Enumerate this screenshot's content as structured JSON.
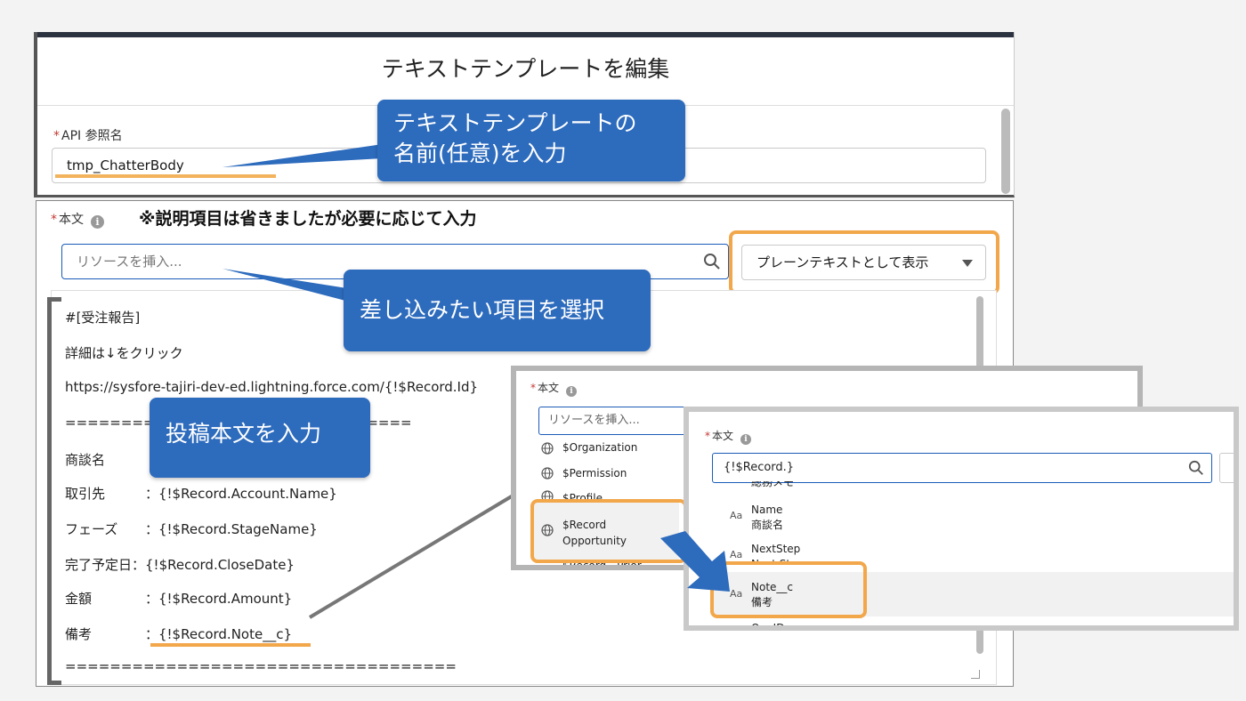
{
  "modal": {
    "title": "テキストテンプレートを編集",
    "api_label": "API 参照名",
    "api_value": "tmp_ChatterBody"
  },
  "body_field": {
    "label": "本文",
    "note": "※説明項目は省きましたが必要に応じて入力",
    "resource_placeholder": "リソースを挿入...",
    "view_mode": "プレーンテキストとして表示"
  },
  "editor": {
    "lines": [
      "#[受注報告]",
      "詳細は↓をクリック",
      "https://sysfore-tajiri-dev-ed.lightning.force.com/{!$Record.Id}",
      "===============================",
      "商談名",
      "取引先",
      "フェーズ",
      "完了予定日：",
      "金額",
      "備考",
      "==================================="
    ],
    "fields": {
      "account": "：{!$Record.Account.Name}",
      "stage": "：{!$Record.StageName}",
      "close": "{!$Record.CloseDate}",
      "amount": "：{!$Record.Amount}",
      "note": "：{!$Record.Note__c}"
    }
  },
  "callouts": {
    "template_name": "テキストテンプレートの\n名前(任意)を入力",
    "select_field": "差し込みたい項目を選択",
    "post_body": "投稿本文を入力"
  },
  "inset1": {
    "label": "本文",
    "placeholder": "リソースを挿入...",
    "items": [
      "$Organization",
      "$Permission",
      "$Profile"
    ],
    "record_title": "$Record",
    "record_sub": "Opportunity",
    "record_next": "$Record__Prior"
  },
  "inset2": {
    "label": "本文",
    "search_value": "{!$Record.}",
    "partial_top": "総務メモ",
    "items": [
      {
        "name": "Name",
        "sub": "商談名"
      },
      {
        "name": "NextStep",
        "sub": "Next Step"
      },
      {
        "name": "Note__c",
        "sub": "備考"
      }
    ],
    "partial_bottom": "OppID__c",
    "type_glyph": "Aa"
  },
  "colors": {
    "callout": "#2d6bbd",
    "highlight": "#f2a74b",
    "input_focus": "#1b5cb8"
  }
}
